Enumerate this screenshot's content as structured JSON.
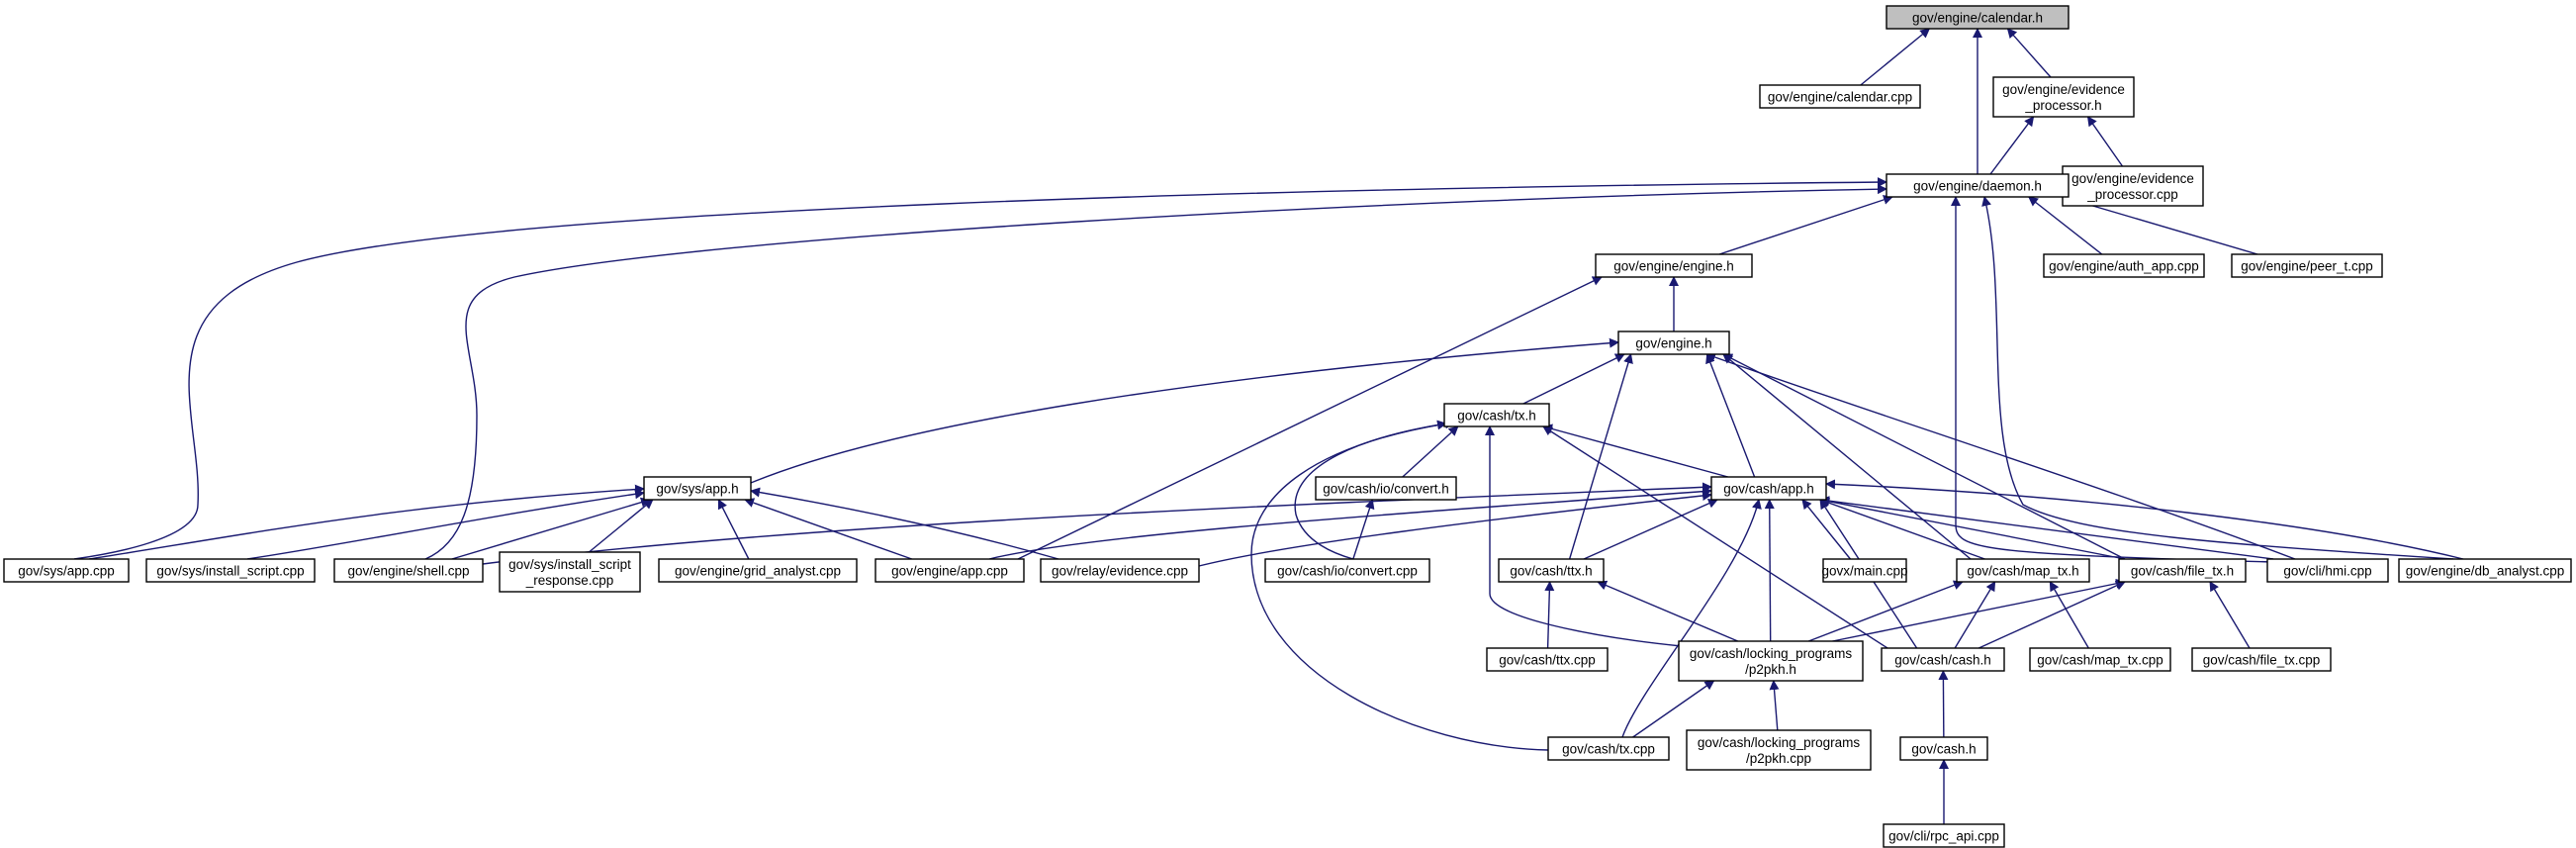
{
  "graph": {
    "colors": {
      "edge": "#191970",
      "box_fill": "#ffffff",
      "root_fill": "#bfbfbf",
      "text": "#000000"
    },
    "nodes": [
      {
        "id": "n01",
        "label": [
          "gov/engine/calendar.h"
        ],
        "root": true
      },
      {
        "id": "n02",
        "label": [
          "gov/engine/calendar.cpp"
        ]
      },
      {
        "id": "n03",
        "label": [
          "gov/engine/evidence",
          "_processor.h"
        ]
      },
      {
        "id": "n04",
        "label": [
          "gov/engine/evidence",
          "_processor.cpp"
        ]
      },
      {
        "id": "n05",
        "label": [
          "gov/engine/daemon.h"
        ]
      },
      {
        "id": "n06",
        "label": [
          "gov/engine/engine.h"
        ]
      },
      {
        "id": "n07",
        "label": [
          "gov/engine/auth_app.cpp"
        ]
      },
      {
        "id": "n08",
        "label": [
          "gov/engine/peer_t.cpp"
        ]
      },
      {
        "id": "n09",
        "label": [
          "gov/engine.h"
        ]
      },
      {
        "id": "n10",
        "label": [
          "gov/cash/tx.h"
        ]
      },
      {
        "id": "n11",
        "label": [
          "gov/cash/io/convert.h"
        ]
      },
      {
        "id": "n12",
        "label": [
          "gov/cash/app.h"
        ]
      },
      {
        "id": "n13",
        "label": [
          "gov/sys/app.h"
        ]
      },
      {
        "id": "n14",
        "label": [
          "gov/sys/app.cpp"
        ]
      },
      {
        "id": "n15",
        "label": [
          "gov/sys/install_script.cpp"
        ]
      },
      {
        "id": "n16",
        "label": [
          "gov/engine/shell.cpp"
        ]
      },
      {
        "id": "n17",
        "label": [
          "gov/sys/install_script",
          "_response.cpp"
        ]
      },
      {
        "id": "n18",
        "label": [
          "gov/engine/grid_analyst.cpp"
        ]
      },
      {
        "id": "n19",
        "label": [
          "gov/engine/app.cpp"
        ]
      },
      {
        "id": "n20",
        "label": [
          "gov/relay/evidence.cpp"
        ]
      },
      {
        "id": "n21",
        "label": [
          "gov/cash/io/convert.cpp"
        ]
      },
      {
        "id": "n22",
        "label": [
          "gov/cash/ttx.h"
        ]
      },
      {
        "id": "n23",
        "label": [
          "govx/main.cpp"
        ]
      },
      {
        "id": "n24",
        "label": [
          "gov/cash/map_tx.h"
        ]
      },
      {
        "id": "n25",
        "label": [
          "gov/cash/file_tx.h"
        ]
      },
      {
        "id": "n26",
        "label": [
          "gov/cli/hmi.cpp"
        ]
      },
      {
        "id": "n27",
        "label": [
          "gov/engine/db_analyst.cpp"
        ]
      },
      {
        "id": "n28",
        "label": [
          "gov/cash/ttx.cpp"
        ]
      },
      {
        "id": "n29",
        "label": [
          "gov/cash/locking_programs",
          "/p2pkh.h"
        ]
      },
      {
        "id": "n30",
        "label": [
          "gov/cash/cash.h"
        ]
      },
      {
        "id": "n31",
        "label": [
          "gov/cash/map_tx.cpp"
        ]
      },
      {
        "id": "n32",
        "label": [
          "gov/cash/file_tx.cpp"
        ]
      },
      {
        "id": "n33",
        "label": [
          "gov/cash/tx.cpp"
        ]
      },
      {
        "id": "n34",
        "label": [
          "gov/cash/locking_programs",
          "/p2pkh.cpp"
        ]
      },
      {
        "id": "n35",
        "label": [
          "gov/cash.h"
        ]
      },
      {
        "id": "n36",
        "label": [
          "gov/cli/rpc_api.cpp"
        ]
      }
    ],
    "edges": [
      [
        "n01",
        "n02"
      ],
      [
        "n01",
        "n03"
      ],
      [
        "n01",
        "n05"
      ],
      [
        "n03",
        "n05"
      ],
      [
        "n03",
        "n04"
      ],
      [
        "n05",
        "n06"
      ],
      [
        "n05",
        "n07"
      ],
      [
        "n05",
        "n08"
      ],
      [
        "n05",
        "n14"
      ],
      [
        "n05",
        "n16"
      ],
      [
        "n05",
        "n26"
      ],
      [
        "n05",
        "n27"
      ],
      [
        "n06",
        "n09"
      ],
      [
        "n06",
        "n19"
      ],
      [
        "n09",
        "n10"
      ],
      [
        "n09",
        "n12"
      ],
      [
        "n09",
        "n13"
      ],
      [
        "n09",
        "n22"
      ],
      [
        "n09",
        "n24"
      ],
      [
        "n09",
        "n25"
      ],
      [
        "n09",
        "n26"
      ],
      [
        "n10",
        "n11"
      ],
      [
        "n10",
        "n12"
      ],
      [
        "n10",
        "n21"
      ],
      [
        "n10",
        "n29"
      ],
      [
        "n10",
        "n30"
      ],
      [
        "n10",
        "n33"
      ],
      [
        "n11",
        "n21"
      ],
      [
        "n12",
        "n16"
      ],
      [
        "n12",
        "n19"
      ],
      [
        "n12",
        "n20"
      ],
      [
        "n12",
        "n22"
      ],
      [
        "n12",
        "n23"
      ],
      [
        "n12",
        "n24"
      ],
      [
        "n12",
        "n25"
      ],
      [
        "n12",
        "n26"
      ],
      [
        "n12",
        "n27"
      ],
      [
        "n12",
        "n29"
      ],
      [
        "n12",
        "n30"
      ],
      [
        "n12",
        "n33"
      ],
      [
        "n13",
        "n14"
      ],
      [
        "n13",
        "n15"
      ],
      [
        "n13",
        "n16"
      ],
      [
        "n13",
        "n17"
      ],
      [
        "n13",
        "n18"
      ],
      [
        "n13",
        "n19"
      ],
      [
        "n13",
        "n20"
      ],
      [
        "n22",
        "n28"
      ],
      [
        "n22",
        "n29"
      ],
      [
        "n24",
        "n29"
      ],
      [
        "n24",
        "n30"
      ],
      [
        "n24",
        "n31"
      ],
      [
        "n25",
        "n29"
      ],
      [
        "n25",
        "n30"
      ],
      [
        "n25",
        "n32"
      ],
      [
        "n29",
        "n33"
      ],
      [
        "n29",
        "n34"
      ],
      [
        "n30",
        "n35"
      ],
      [
        "n35",
        "n36"
      ]
    ]
  }
}
